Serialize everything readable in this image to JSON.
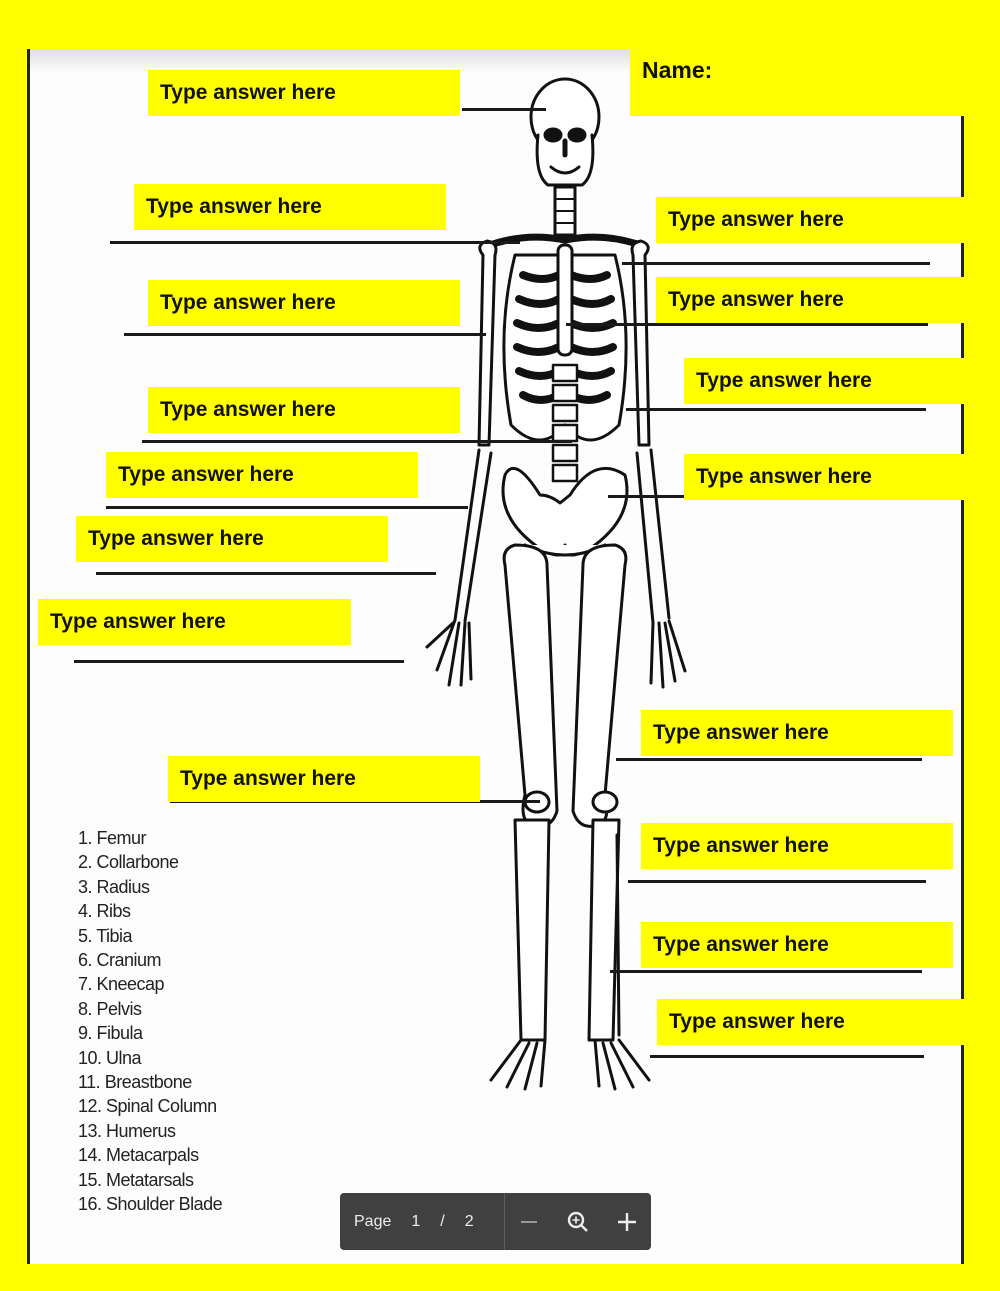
{
  "worksheet": {
    "name_label": "Name:",
    "name_value": "",
    "answer_placeholder": "Type answer here",
    "answer_fields": [
      {
        "id": 1,
        "side": "left",
        "target": "skull",
        "value": ""
      },
      {
        "id": 2,
        "side": "left",
        "target": "collarbone",
        "value": ""
      },
      {
        "id": 3,
        "side": "left",
        "target": "upper-arm",
        "value": ""
      },
      {
        "id": 4,
        "side": "left",
        "target": "spine",
        "value": ""
      },
      {
        "id": 5,
        "side": "left",
        "target": "forearm-outer",
        "value": ""
      },
      {
        "id": 6,
        "side": "left",
        "target": "forearm-inner",
        "value": ""
      },
      {
        "id": 7,
        "side": "left",
        "target": "hand",
        "value": ""
      },
      {
        "id": 8,
        "side": "left",
        "target": "knee",
        "value": ""
      },
      {
        "id": 9,
        "side": "right",
        "target": "shoulder",
        "value": ""
      },
      {
        "id": 10,
        "side": "right",
        "target": "sternum",
        "value": ""
      },
      {
        "id": 11,
        "side": "right",
        "target": "ribs",
        "value": ""
      },
      {
        "id": 12,
        "side": "right",
        "target": "pelvis",
        "value": ""
      },
      {
        "id": 13,
        "side": "right",
        "target": "thigh",
        "value": ""
      },
      {
        "id": 14,
        "side": "right",
        "target": "lower-leg-outer",
        "value": ""
      },
      {
        "id": 15,
        "side": "right",
        "target": "lower-leg-inner",
        "value": ""
      },
      {
        "id": 16,
        "side": "right",
        "target": "foot",
        "value": ""
      }
    ],
    "bone_list": [
      "1. Femur",
      "2. Collarbone",
      "3. Radius",
      "4. Ribs",
      "5. Tibia",
      "6. Cranium",
      "7. Kneecap",
      "8. Pelvis",
      "9. Fibula",
      "10. Ulna",
      "11. Breastbone",
      "12. Spinal Column",
      "13. Humerus",
      "14. Metacarpals",
      "15. Metatarsals",
      "16. Shoulder Blade"
    ]
  },
  "toolbar": {
    "page_label": "Page",
    "current_page": "1",
    "separator": "/",
    "total_pages": "2",
    "zoom_out_icon": "minus-icon",
    "zoom_reset_icon": "magnifier-plus-icon",
    "zoom_in_icon": "plus-icon"
  },
  "colors": {
    "background": "#ffff00",
    "answer_box": "#ffff00",
    "page": "#fdfdfd",
    "toolbar": "#404040"
  }
}
